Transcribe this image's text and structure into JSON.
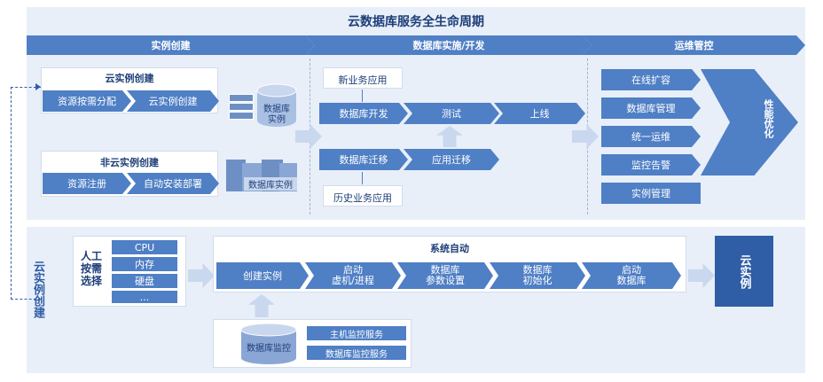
{
  "title": "云数据库服务全生命周期",
  "phases": [
    "实例创建",
    "数据库实施/开发",
    "运维管控"
  ],
  "cloud_create": {
    "title": "云实例创建",
    "steps": [
      "资源按需分配",
      "云实例创建"
    ],
    "db_label": "数据库\n实例"
  },
  "noncloud_create": {
    "title": "非云实例创建",
    "steps": [
      "资源注册",
      "自动安装部署"
    ],
    "db_label": "数据库实例"
  },
  "impl": {
    "new_app": "新业务应用",
    "flow_top": [
      "数据库开发",
      "测试",
      "上线"
    ],
    "flow_bottom": [
      "数据库迁移",
      "应用迁移"
    ],
    "history_app": "历史业务应用"
  },
  "ops": {
    "items": [
      "在线扩容",
      "数据库管理",
      "统一运维",
      "监控告警",
      "实例管理"
    ],
    "perf": "性能优化"
  },
  "side_label": "云实例创建",
  "manual": {
    "label": "人工按需选择",
    "items": [
      "CPU",
      "内存",
      "硬盘",
      "..."
    ]
  },
  "auto": {
    "title": "系统自动",
    "steps": [
      "创建实例",
      "启动\n虚机/进程",
      "数据库\n参数设置",
      "数据库\n初始化",
      "启动\n数据库"
    ]
  },
  "cloud_instance": "云实例",
  "monitor": {
    "db_label": "数据库监控",
    "services": [
      "主机监控服务",
      "数据库监控服务"
    ]
  },
  "colors": {
    "primary": "#4f7fc5",
    "dark": "#2f5da6",
    "panel": "#e8eff8",
    "text": "#1d3e78"
  }
}
